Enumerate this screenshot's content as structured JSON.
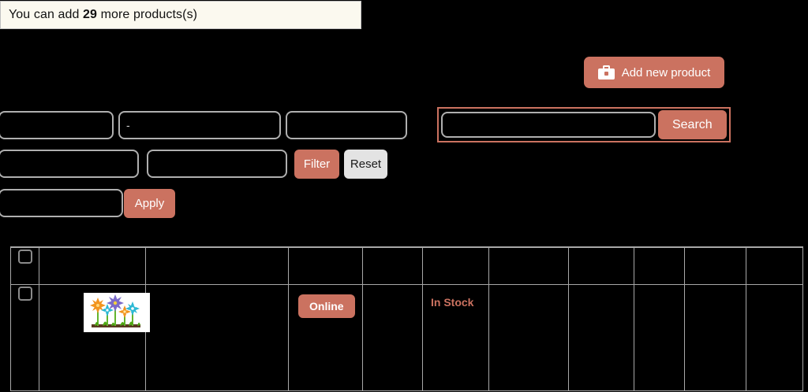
{
  "notification": {
    "prefix": "You can add ",
    "count": "29",
    "suffix": " more products(s)"
  },
  "toolbar": {
    "add_product_label": "Add new product",
    "add_product_icon": "briefcase-icon",
    "accent_color": "#CB7260"
  },
  "filters": {
    "field1_value": "",
    "field2_value": "-",
    "field3_value": "",
    "field4_value": "",
    "field5_value": "",
    "field6_value": "",
    "filter_label": "Filter",
    "reset_label": "Reset",
    "apply_label": "Apply"
  },
  "search": {
    "value": "",
    "button_label": "Search"
  },
  "table": {
    "columns": [
      "",
      "",
      "",
      "",
      "",
      "",
      "",
      "",
      "",
      "",
      ""
    ],
    "rows": [
      {
        "selected": false,
        "thumbnail_alt": "flowers-illustration",
        "name": "",
        "status_badge": "Online",
        "price": "",
        "stock_status": "In Stock",
        "col7": "",
        "col8": "",
        "col9": "",
        "col10": "",
        "col11": ""
      }
    ]
  }
}
